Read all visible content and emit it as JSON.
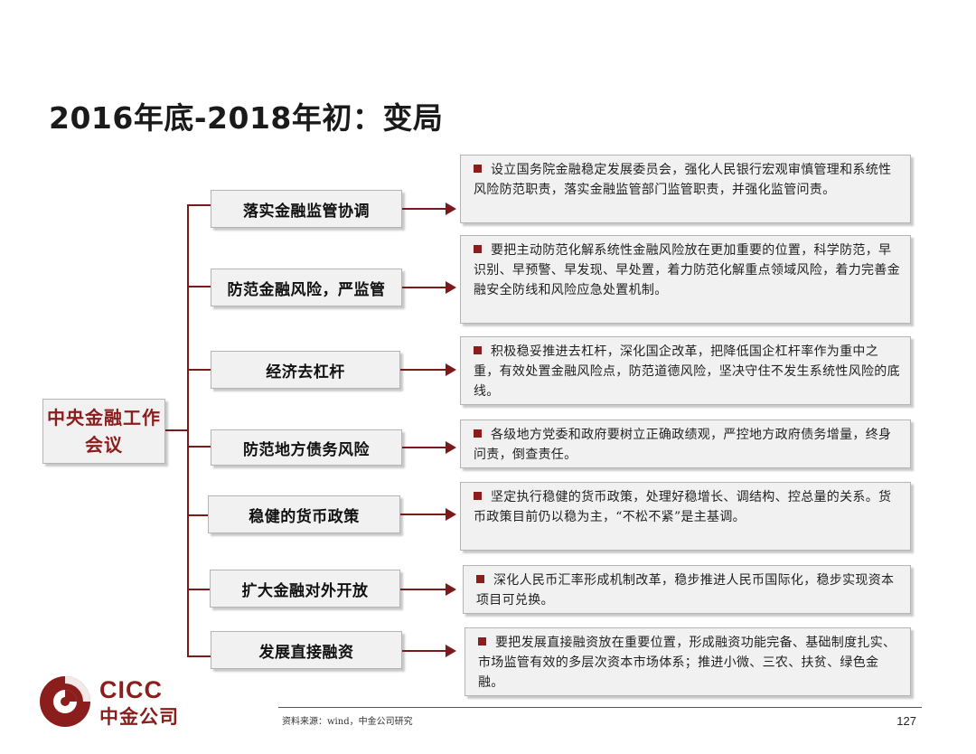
{
  "title": "2016年底-2018年初：变局",
  "central_node": {
    "line1": "中央金融工作",
    "line2": "会议"
  },
  "branches": [
    {
      "label": "落实金融监管协调",
      "detail": "设立国务院金融稳定发展委员会，强化人民银行宏观审慎管理和系统性风险防范职责，落实金融监管部门监管职责，并强化监管问责。"
    },
    {
      "label": "防范金融风险，严监管",
      "detail": "要把主动防范化解系统性金融风险放在更加重要的位置，科学防范，早识别、早预警、早发现、早处置，着力防范化解重点领域风险，着力完善金融安全防线和风险应急处置机制。"
    },
    {
      "label": "经济去杠杆",
      "detail": "积极稳妥推进去杠杆，深化国企改革，把降低国企杠杆率作为重中之重，有效处置金融风险点，防范道德风险，坚决守住不发生系统性风险的底线。"
    },
    {
      "label": "防范地方债务风险",
      "detail": "各级地方党委和政府要树立正确政绩观，严控地方政府债务增量，终身问责，倒查责任。"
    },
    {
      "label": "稳健的货币政策",
      "detail": "坚定执行稳健的货币政策，处理好稳增长、调结构、控总量的关系。货币政策目前仍以稳为主，“不松不紧”是主基调。"
    },
    {
      "label": "扩大金融对外开放",
      "detail": "深化人民币汇率形成机制改革，稳步推进人民币国际化，稳步实现资本项目可兑换。"
    },
    {
      "label": "发展直接融资",
      "detail": "要把发展直接融资放在重要位置，形成融资功能完备、基础制度扎实、市场监管有效的多层次资本市场体系；推进小微、三农、扶贫、绿色金融。"
    }
  ],
  "footer": {
    "source": "资料来源：wind，中金公司研究",
    "page_number": "127"
  },
  "logo": {
    "en": "CICC",
    "cn": "中金公司"
  },
  "colors": {
    "accent": "#8b1d1d",
    "box_bg": "#f1f1f1"
  }
}
